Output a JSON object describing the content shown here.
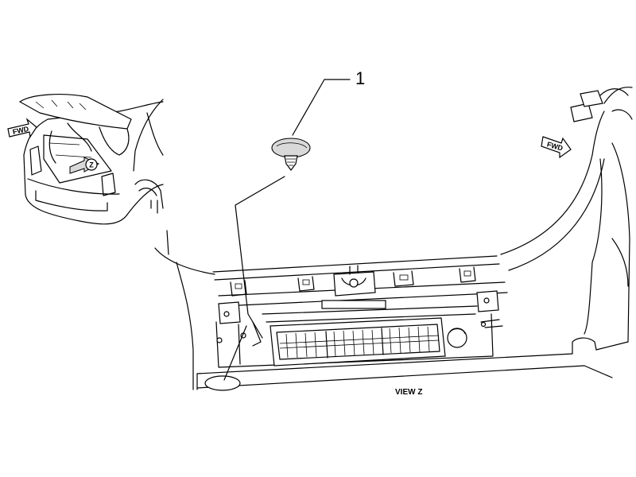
{
  "callouts": [
    {
      "label": "1"
    }
  ],
  "view_caption": "VIEW Z",
  "inset": {
    "view_marker": "Z",
    "direction_label": "FWD"
  },
  "main": {
    "direction_label": "FWD"
  }
}
